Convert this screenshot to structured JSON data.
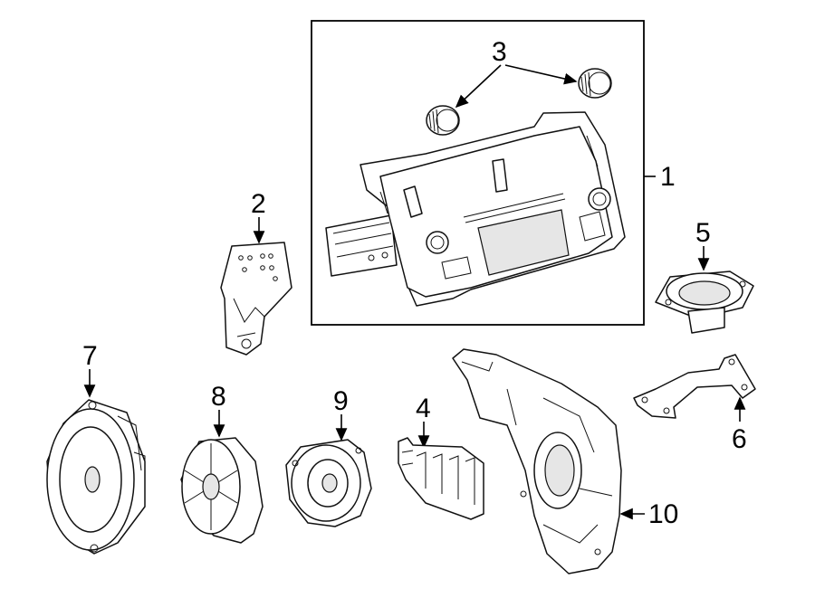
{
  "callouts": {
    "c1": "1",
    "c2": "2",
    "c3": "3",
    "c4": "4",
    "c5": "5",
    "c6": "6",
    "c7": "7",
    "c8": "8",
    "c9": "9",
    "c10": "10"
  },
  "parts": [
    {
      "ref": "1",
      "kind": "radio-head-unit"
    },
    {
      "ref": "2",
      "kind": "mounting-bracket"
    },
    {
      "ref": "3",
      "kind": "control-knob"
    },
    {
      "ref": "4",
      "kind": "amplifier-module"
    },
    {
      "ref": "5",
      "kind": "tweeter-speaker"
    },
    {
      "ref": "6",
      "kind": "speaker-bracket"
    },
    {
      "ref": "7",
      "kind": "door-speaker"
    },
    {
      "ref": "8",
      "kind": "speaker"
    },
    {
      "ref": "9",
      "kind": "speaker"
    },
    {
      "ref": "10",
      "kind": "subwoofer-enclosure"
    }
  ]
}
